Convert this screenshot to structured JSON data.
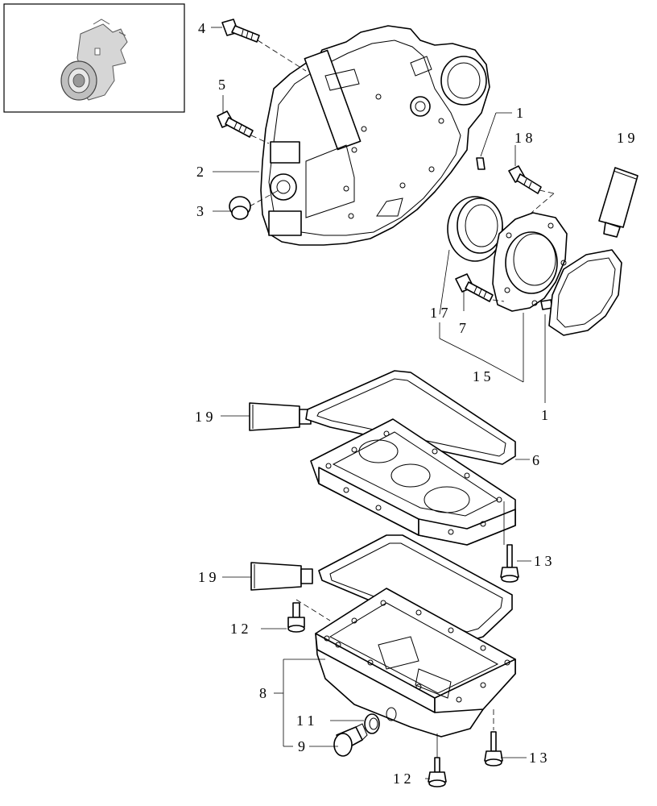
{
  "callouts": {
    "c1_top": "1",
    "c18": "1 8",
    "c19_top": "1 9",
    "c4": "4",
    "c5": "5",
    "c2": "2",
    "c3": "3",
    "c17": "1 7",
    "c7": "7",
    "c15": "1 5",
    "c1_mid": "1",
    "c19_mid": "1 9",
    "c6": "6",
    "c13_upper": "1 3",
    "c19_low": "1 9",
    "c12_upper": "1 2",
    "c8": "8",
    "c11": "1 1",
    "c9": "9",
    "c13_lower": "1 3",
    "c12_lower": "1 2"
  },
  "colors": {
    "line": "#000000",
    "shading": "#bdbdbd",
    "background": "#ffffff"
  }
}
